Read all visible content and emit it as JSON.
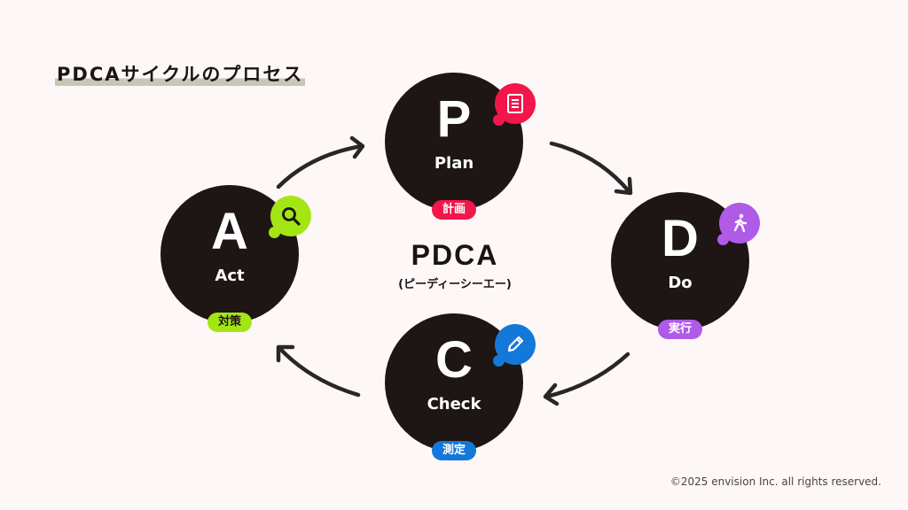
{
  "title": "PDCAサイクルのプロセス",
  "center": {
    "label": "PDCA",
    "reading": "(ピーディーシーエー)"
  },
  "nodes": [
    {
      "id": "plan",
      "letter": "P",
      "word": "Plan",
      "badge": "計画",
      "color": "#f2164a",
      "icon": "document-icon"
    },
    {
      "id": "do",
      "letter": "D",
      "word": "Do",
      "badge": "実行",
      "color": "#b05ae8",
      "icon": "walking-person-icon"
    },
    {
      "id": "check",
      "letter": "C",
      "word": "Check",
      "badge": "測定",
      "color": "#1478d8",
      "icon": "pencil-icon"
    },
    {
      "id": "act",
      "letter": "A",
      "word": "Act",
      "badge": "対策",
      "color": "#a4e614",
      "icon": "magnifier-icon"
    }
  ],
  "copyright": "©2025 envision Inc. all rights reserved."
}
